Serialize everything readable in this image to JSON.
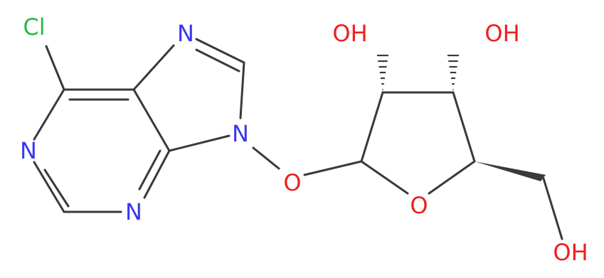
{
  "colors": {
    "bond": "#3a3a3a",
    "nitrogen": "#3838f0",
    "oxygen": "#f01e1e",
    "chlorine": "#2fb84a"
  },
  "atoms": {
    "cl": "Cl",
    "n_left": "N",
    "n_bottom": "N",
    "n_top": "N",
    "n_nine": "N",
    "o_link": "O",
    "o_ring": "O",
    "oh_left": "OH",
    "oh_right": "OH",
    "oh_bottom": "OH"
  }
}
